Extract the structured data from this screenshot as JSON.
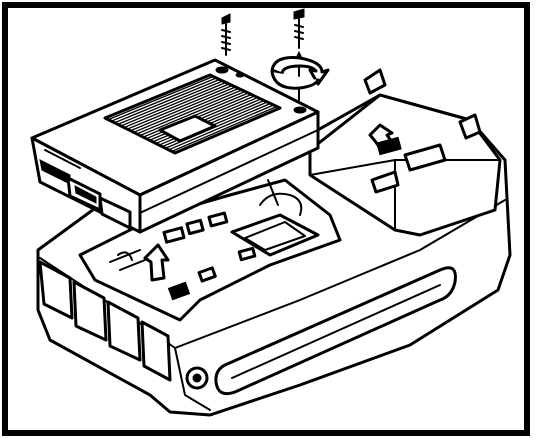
{
  "figure": {
    "frame_color": "#000000",
    "background": "#ffffff",
    "line_color": "#000000",
    "parts": {
      "screws": [
        "screw-left",
        "screw-right"
      ],
      "rotation_arrow": "counterclockwise-rotation-arrow-icon",
      "lift_arrows": [
        "up-arrow-icon-left",
        "up-arrow-icon-cover"
      ]
    }
  }
}
